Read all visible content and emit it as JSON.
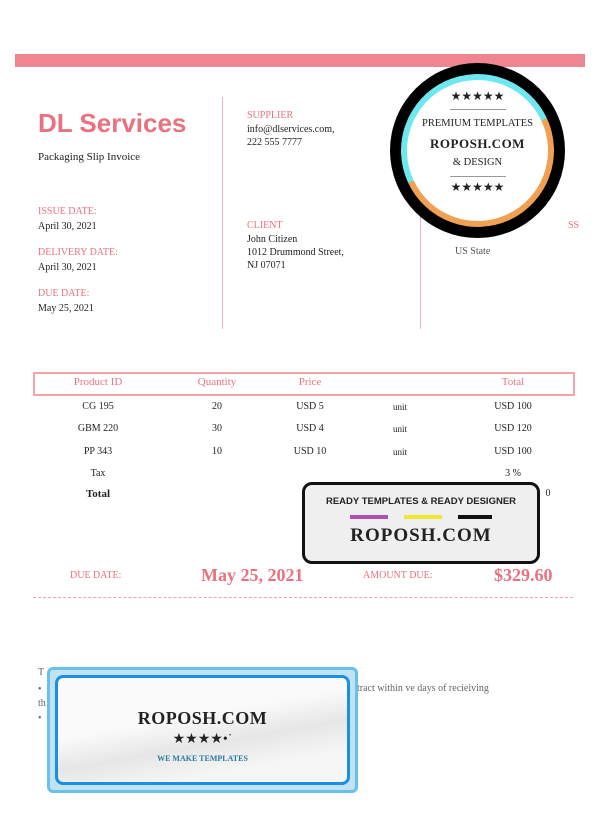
{
  "header": {
    "company": "DL Services",
    "subtitle": "Packaging Slip  Invoice"
  },
  "dates": [
    {
      "label": "ISSUE DATE:",
      "value": "April 30, 2021"
    },
    {
      "label": "DELIVERY DATE:",
      "value": "April 30, 2021"
    },
    {
      "label": "DUE DATE:",
      "value": "May 25, 2021"
    }
  ],
  "supplier": {
    "label": "SUPPLIER",
    "email": "info@dlservices.com,",
    "phone": "222 555 7777"
  },
  "client": {
    "label": "CLIENT",
    "name": "John Citizen",
    "street": "1012 Drummond Street,",
    "city": "NJ 07071"
  },
  "shipping": {
    "label": "SS",
    "value": "US State"
  },
  "table": {
    "headers": [
      "Product ID",
      "Quantity",
      "Price",
      "",
      "Total"
    ],
    "rows": [
      [
        "CG 195",
        "20",
        "USD 5",
        "unit",
        "USD 100"
      ],
      [
        "GBM 220",
        "30",
        "USD 4",
        "unit",
        "USD 120"
      ],
      [
        "PP 343",
        "10",
        "USD 10",
        "unit",
        "USD 100"
      ]
    ],
    "tax_label": "Tax",
    "tax_value": "3 %",
    "total_label": "Total",
    "total_value": "0"
  },
  "summary": {
    "due_label": "DUE DATE:",
    "due_value": "May 25, 2021",
    "amount_label": "AMOUNT DUE:",
    "amount_value": "$329.60"
  },
  "terms": {
    "line1_start": "T",
    "line2": "tract  within ve days of recieiving",
    "line3_start": "th"
  },
  "watermarks": {
    "circle": {
      "stars": "★★★★★",
      "line1": "PREMIUM TEMPLATES",
      "line2": "ROPOSH.COM",
      "line3": "& DESIGN"
    },
    "rect": {
      "line1": "READY  TEMPLATES & READY DESIGNER",
      "line2": "ROPOSH.COM"
    },
    "ticket": {
      "line1": "ROPOSH.COM",
      "stars": "★★★★•˙",
      "line2": "WE MAKE TEMPLATES"
    }
  }
}
